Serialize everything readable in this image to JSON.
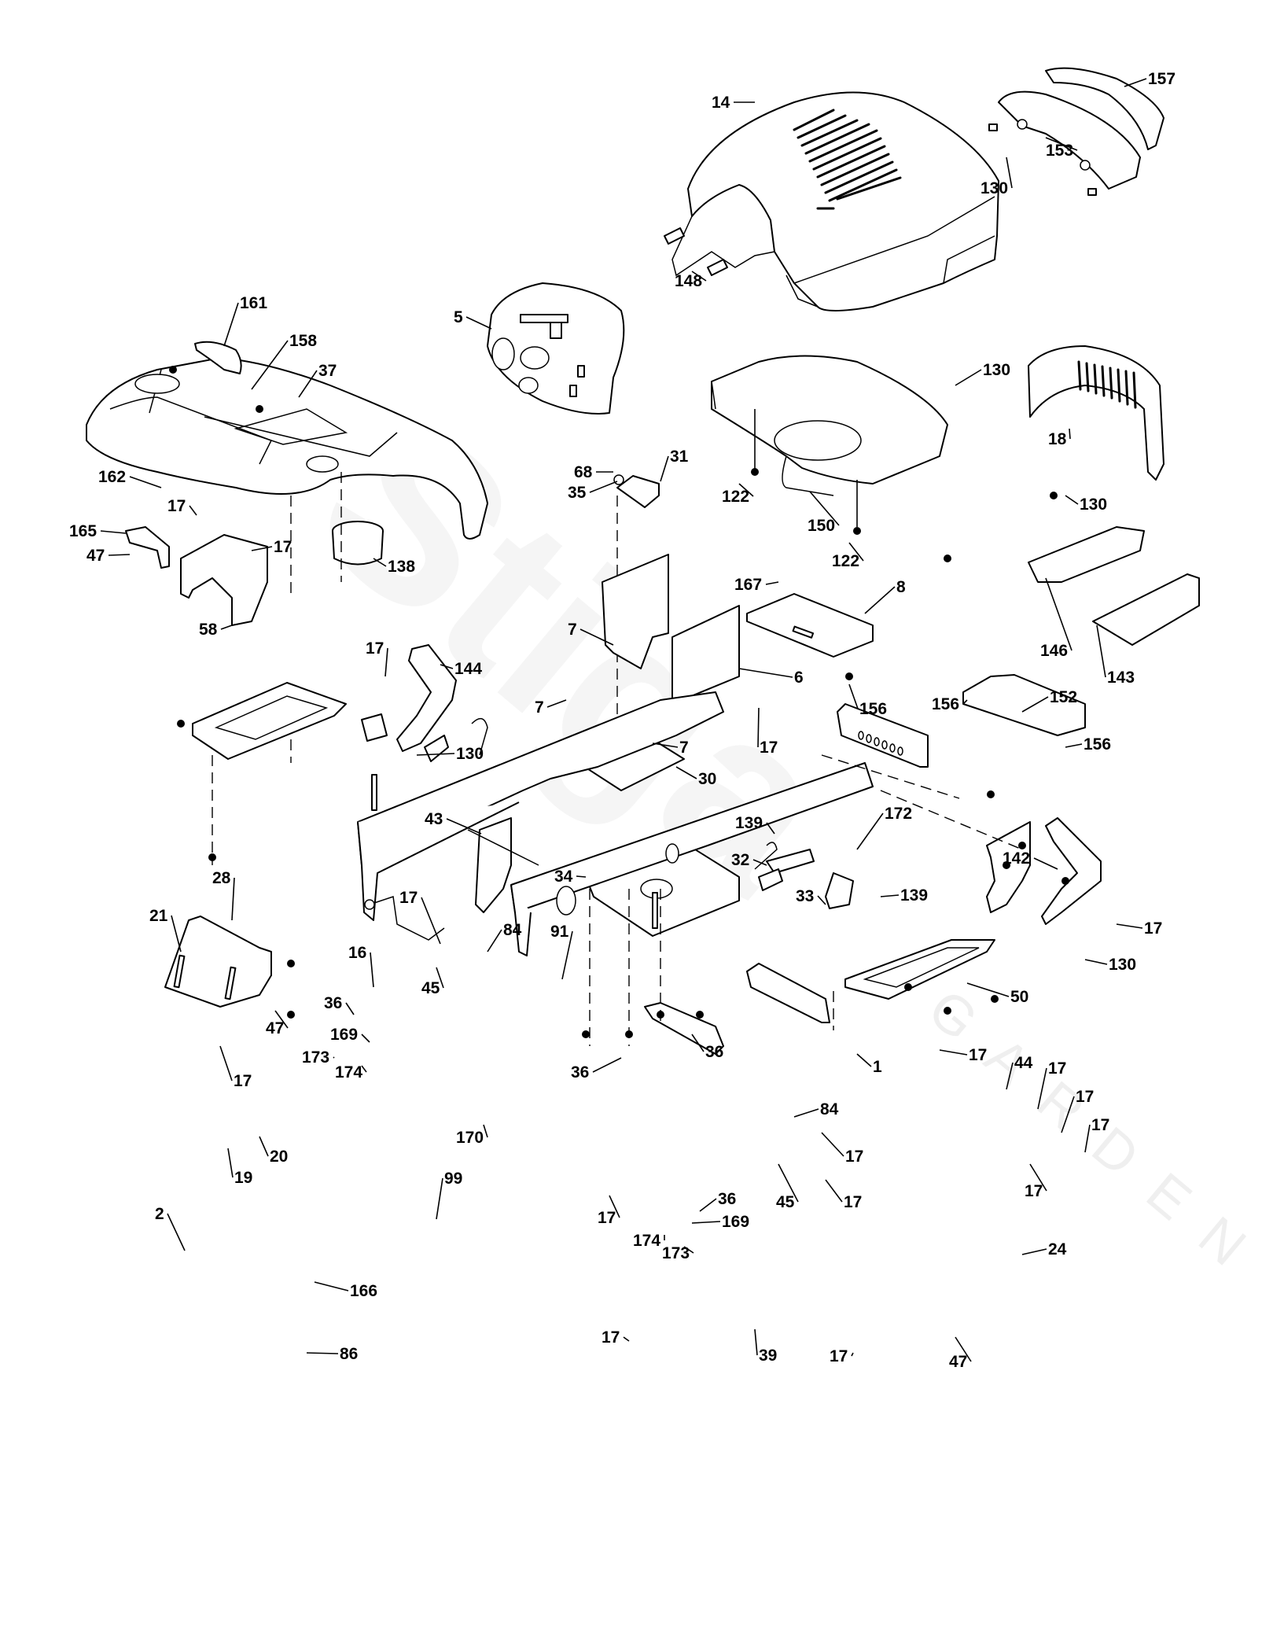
{
  "diagram": {
    "type": "exploded-parts-diagram",
    "subject": "Lawn tractor chassis, hood and frame",
    "watermark": {
      "brand": "Stiga",
      "sub": "GARDEN"
    },
    "callouts": [
      {
        "id": "c-14",
        "label": "14",
        "part": "hood"
      },
      {
        "id": "c-157",
        "label": "157",
        "part": "headlight-lens"
      },
      {
        "id": "c-153",
        "label": "153",
        "part": "headlight-housing"
      },
      {
        "id": "c-130a",
        "label": "130",
        "part": "screw"
      },
      {
        "id": "c-148",
        "label": "148",
        "part": "hood-bumper-pads"
      },
      {
        "id": "c-161",
        "label": "161",
        "part": "fuel-cap-cover"
      },
      {
        "id": "c-158",
        "label": "158",
        "part": "screw"
      },
      {
        "id": "c-37",
        "label": "37",
        "part": "fender"
      },
      {
        "id": "c-5",
        "label": "5",
        "part": "dashboard"
      },
      {
        "id": "c-130b",
        "label": "130",
        "part": "screw"
      },
      {
        "id": "c-18",
        "label": "18",
        "part": "grille"
      },
      {
        "id": "c-130c",
        "label": "130",
        "part": "screw"
      },
      {
        "id": "c-68",
        "label": "68",
        "part": "screw"
      },
      {
        "id": "c-31",
        "label": "31",
        "part": "bracket"
      },
      {
        "id": "c-35",
        "label": "35",
        "part": "washer"
      },
      {
        "id": "c-122a",
        "label": "122",
        "part": "screw"
      },
      {
        "id": "c-150",
        "label": "150",
        "part": "console"
      },
      {
        "id": "c-122b",
        "label": "122",
        "part": "screw"
      },
      {
        "id": "c-162",
        "label": "162",
        "part": "screw"
      },
      {
        "id": "c-17a",
        "label": "17",
        "part": "screw"
      },
      {
        "id": "c-165",
        "label": "165",
        "part": "bracket"
      },
      {
        "id": "c-47a",
        "label": "47",
        "part": "screw"
      },
      {
        "id": "c-17b",
        "label": "17",
        "part": "screw"
      },
      {
        "id": "c-138",
        "label": "138",
        "part": "cup-holder"
      },
      {
        "id": "c-58",
        "label": "58",
        "part": "fender-bracket"
      },
      {
        "id": "c-167",
        "label": "167",
        "part": "grommet"
      },
      {
        "id": "c-8",
        "label": "8",
        "part": "battery-tray"
      },
      {
        "id": "c-7a",
        "label": "7",
        "part": "screw"
      },
      {
        "id": "c-6",
        "label": "6",
        "part": "dash-panel"
      },
      {
        "id": "c-156a",
        "label": "156",
        "part": "screw"
      },
      {
        "id": "c-146",
        "label": "146",
        "part": "hood-support"
      },
      {
        "id": "c-143",
        "label": "143",
        "part": "deflector"
      },
      {
        "id": "c-156b",
        "label": "156",
        "part": "screw"
      },
      {
        "id": "c-152",
        "label": "152",
        "part": "cover"
      },
      {
        "id": "c-156c",
        "label": "156",
        "part": "screw"
      },
      {
        "id": "c-17c",
        "label": "17",
        "part": "screw"
      },
      {
        "id": "c-144",
        "label": "144",
        "part": "hood-bracket"
      },
      {
        "id": "c-7b",
        "label": "7",
        "part": "screw"
      },
      {
        "id": "c-7c",
        "label": "7",
        "part": "screw"
      },
      {
        "id": "c-17d",
        "label": "17",
        "part": "screw"
      },
      {
        "id": "c-130d",
        "label": "130",
        "part": "screw"
      },
      {
        "id": "c-30",
        "label": "30",
        "part": "plate"
      },
      {
        "id": "c-43",
        "label": "43",
        "part": "bracket"
      },
      {
        "id": "c-139a",
        "label": "139",
        "part": "bolt"
      },
      {
        "id": "c-172",
        "label": "172",
        "part": "bolt"
      },
      {
        "id": "c-32",
        "label": "32",
        "part": "hinge-bracket"
      },
      {
        "id": "c-34",
        "label": "34",
        "part": "seat-plate"
      },
      {
        "id": "c-33",
        "label": "33",
        "part": "hinge-bracket"
      },
      {
        "id": "c-139b",
        "label": "139",
        "part": "bolt"
      },
      {
        "id": "c-142",
        "label": "142",
        "part": "hood-bracket"
      },
      {
        "id": "c-17e",
        "label": "17",
        "part": "screw"
      },
      {
        "id": "c-28",
        "label": "28",
        "part": "footrest-left"
      },
      {
        "id": "c-21",
        "label": "21",
        "part": "nut"
      },
      {
        "id": "c-17f",
        "label": "17",
        "part": "screw"
      },
      {
        "id": "c-84a",
        "label": "84",
        "part": "clip"
      },
      {
        "id": "c-91",
        "label": "91",
        "part": "frame-left"
      },
      {
        "id": "c-16",
        "label": "16",
        "part": "bushing"
      },
      {
        "id": "c-45a",
        "label": "45",
        "part": "bracket"
      },
      {
        "id": "c-130e",
        "label": "130",
        "part": "screw"
      },
      {
        "id": "c-50",
        "label": "50",
        "part": "front-bracket"
      },
      {
        "id": "c-36a",
        "label": "36",
        "part": "bolt"
      },
      {
        "id": "c-47b",
        "label": "47",
        "part": "screw"
      },
      {
        "id": "c-169a",
        "label": "169",
        "part": "strap"
      },
      {
        "id": "c-173a",
        "label": "173",
        "part": "bolt"
      },
      {
        "id": "c-174a",
        "label": "174",
        "part": "nut"
      },
      {
        "id": "c-36b",
        "label": "36",
        "part": "bolt"
      },
      {
        "id": "c-36c",
        "label": "36",
        "part": "bolt"
      },
      {
        "id": "c-17g",
        "label": "17",
        "part": "screw"
      },
      {
        "id": "c-1",
        "label": "1",
        "part": "frame-right"
      },
      {
        "id": "c-44",
        "label": "44",
        "part": "bracket"
      },
      {
        "id": "c-17h",
        "label": "17",
        "part": "screw"
      },
      {
        "id": "c-17i",
        "label": "17",
        "part": "screw"
      },
      {
        "id": "c-17j",
        "label": "17",
        "part": "screw"
      },
      {
        "id": "c-17k",
        "label": "17",
        "part": "screw"
      },
      {
        "id": "c-170",
        "label": "170",
        "part": "rod"
      },
      {
        "id": "c-84b",
        "label": "84",
        "part": "clip"
      },
      {
        "id": "c-17l",
        "label": "17",
        "part": "screw"
      },
      {
        "id": "c-20",
        "label": "20",
        "part": "bolt"
      },
      {
        "id": "c-19",
        "label": "19",
        "part": "washer"
      },
      {
        "id": "c-17m",
        "label": "17",
        "part": "screw"
      },
      {
        "id": "c-17n",
        "label": "17",
        "part": "screw"
      },
      {
        "id": "c-99",
        "label": "99",
        "part": "hitch-pin"
      },
      {
        "id": "c-45b",
        "label": "45",
        "part": "bracket"
      },
      {
        "id": "c-17o",
        "label": "17",
        "part": "screw"
      },
      {
        "id": "c-36d",
        "label": "36",
        "part": "bolt"
      },
      {
        "id": "c-169b",
        "label": "169",
        "part": "strap"
      },
      {
        "id": "c-174b",
        "label": "174",
        "part": "nut"
      },
      {
        "id": "c-173b",
        "label": "173",
        "part": "bolt"
      },
      {
        "id": "c-2",
        "label": "2",
        "part": "hitch-plate"
      },
      {
        "id": "c-24",
        "label": "24",
        "part": "footrest-right"
      },
      {
        "id": "c-166",
        "label": "166",
        "part": "nut"
      },
      {
        "id": "c-17p",
        "label": "17",
        "part": "screw"
      },
      {
        "id": "c-39",
        "label": "39",
        "part": "bracket"
      },
      {
        "id": "c-17q",
        "label": "17",
        "part": "screw"
      },
      {
        "id": "c-86",
        "label": "86",
        "part": "bolt"
      },
      {
        "id": "c-47c",
        "label": "47",
        "part": "screw"
      }
    ]
  }
}
